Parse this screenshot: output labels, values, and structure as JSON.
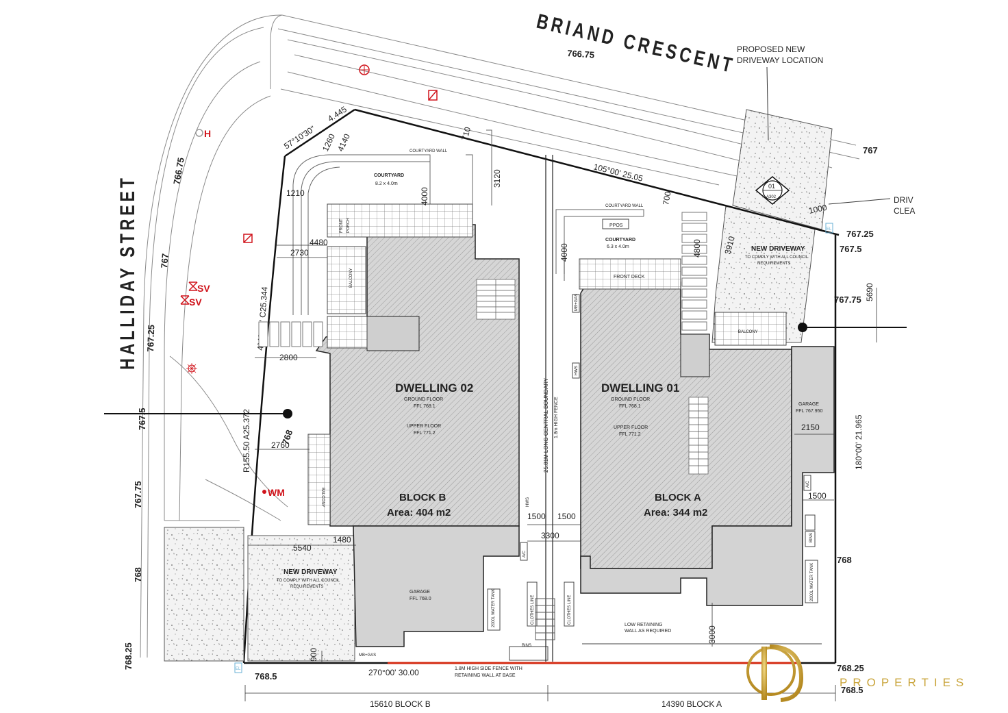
{
  "streets": {
    "north": "BRIAND CRESCENT",
    "west": "HALLIDAY STREET"
  },
  "levels": {
    "l1": "766.75",
    "l2": "767",
    "l3": "767.25",
    "l4": "767.5",
    "l5": "767.75",
    "l6": "766.75",
    "l7": "767",
    "l8": "767.25",
    "l9": "767.5",
    "l10": "767.75",
    "l11": "768",
    "l12": "768.25",
    "l13": "768.5",
    "l14": "768",
    "l15": "768",
    "l16": "768.5",
    "l17": "768.25"
  },
  "boundary": {
    "north_bearing": "105°00' 25.05",
    "corner_bearing": "57°10'30\"",
    "corner_dist": "4.445",
    "east_bearing": "180°00' 21.965",
    "south_bearing": "270°00' 30.00",
    "west_arc1": "4°40'30\" C25.344",
    "west_arc2": "R155.50 A25.372",
    "dim_1260": "1260",
    "dim_4140": "4140"
  },
  "driveway_note": {
    "line1": "PROPOSED NEW",
    "line2": "DRIVEWAY LOCATION",
    "drive_cut1": "DRIV",
    "drive_cut2": "CLEA",
    "marker_num": "01",
    "marker_ref": "A302"
  },
  "new_driveways": [
    {
      "title": "NEW DRIVEWAY",
      "line1": "TO COMPLY WITH ALL COUNCIL",
      "line2": "REQUIREMENTS"
    },
    {
      "title": "NEW DRIVEWAY",
      "line1": "TO COMPLY WITH ALL COUNCIL",
      "line2": "REQUIREMENTS"
    }
  ],
  "dims": {
    "d710": "710",
    "d3120": "3120",
    "d4000a": "4000",
    "d1210": "1210",
    "d4480": "4480",
    "d2730": "2730",
    "d2800": "2800",
    "d2760": "2760",
    "d5540": "5540",
    "d1480": "1480",
    "d900": "900",
    "d700": "700",
    "d4800": "4800",
    "d3910": "3910",
    "d1000": "1000",
    "d5690": "5690",
    "d4000b": "4000",
    "d2150": "2150",
    "d1500a": "1500",
    "d1500b": "1500",
    "d1500c": "1500",
    "d3300": "3300",
    "d3000": "3000"
  },
  "dwelling02": {
    "courtyard_wall": "COURTYARD WALL",
    "courtyard": "COURTYARD",
    "courtyard_size": "8.2 x 4.0m",
    "front_porch1": "FRONT",
    "front_porch2": "PORCH",
    "balcony_upper": "BALCONY",
    "balcony_side": "BALCONY",
    "name": "DWELLING 02",
    "ground": "GROUND FLOOR",
    "ground_ffl": "FFL 768.1",
    "upper": "UPPER FLOOR",
    "upper_ffl": "FFL 771.2",
    "block": "BLOCK B",
    "area": "Area: 404 m2",
    "garage": "GARAGE",
    "garage_ffl": "FFL 768.0",
    "tank": "2000L WATER TANK",
    "clothes": "CLOTHES LINE",
    "bins": "BINS",
    "hws": "HWS",
    "ac": "A/C",
    "mbgas": "MB+GAS"
  },
  "dwelling01": {
    "courtyard_wall": "COURTYARD WALL",
    "ppos": "PPOS",
    "courtyard": "COURTYARD",
    "courtyard_size": "6.3 x 4.0m",
    "front_deck": "FRONT DECK",
    "balcony": "BALCONY",
    "name": "DWELLING 01",
    "ground": "GROUND FLOOR",
    "ground_ffl": "FFL 768.1",
    "upper": "UPPER FLOOR",
    "upper_ffl": "FFL 771.2",
    "block": "BLOCK A",
    "area": "Area: 344 m2",
    "garage": "GARAGE",
    "garage_ffl": "FFL 767.950",
    "tank": "2000L WATER TANK",
    "clothes": "CLOTHES LINE",
    "bins": "BINS",
    "hws": "HWS",
    "ac": "A/C",
    "mbgas": "MB+GAS"
  },
  "central_boundary": {
    "line1": "25.81M LONG CENTRAL BOUNDARY",
    "line2": "1.8m HIGH FENCE"
  },
  "retaining": {
    "low1": "LOW RETAINING",
    "low2": "WALL AS REQUIRED",
    "fence1": "1.8M HIGH SIDE FENCE WITH",
    "fence2": "RETAINING WALL AT BASE"
  },
  "services": {
    "hydrant": "H",
    "sv1": "SV",
    "sv2": "SV",
    "wm": "WM",
    "el1": "EL",
    "el2": "EL"
  },
  "footer": {
    "blockB": "15610 BLOCK B",
    "blockA": "14390 BLOCK A"
  },
  "logo": {
    "text": "PROPERTIES",
    "color": "#c9a43a"
  }
}
